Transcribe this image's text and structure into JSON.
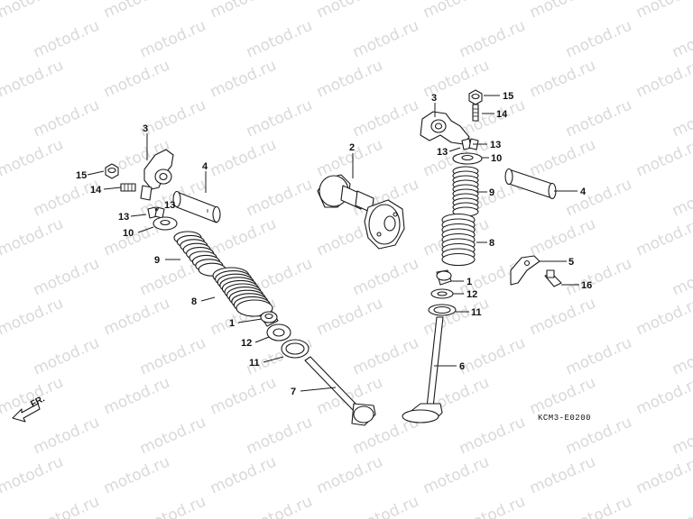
{
  "watermark": "motod.ru",
  "diagram_code": "KCM3-E0200",
  "direction_label": "FR.",
  "callouts": {
    "left": {
      "c3": "3",
      "c4": "4",
      "c15": "15",
      "c14": "14",
      "c13a": "13",
      "c13b": "13",
      "c10": "10",
      "c9": "9",
      "c8": "8",
      "c1": "1",
      "c12": "12",
      "c11": "11",
      "c7": "7"
    },
    "center": {
      "c2": "2"
    },
    "right": {
      "c3": "3",
      "c15": "15",
      "c14": "14",
      "c13a": "13",
      "c13b": "13",
      "c10": "10",
      "c9": "9",
      "c4": "4",
      "c8": "8",
      "c5": "5",
      "c16": "16",
      "c1": "1",
      "c12": "12",
      "c11": "11",
      "c6": "6"
    }
  },
  "colors": {
    "ink": "#1a1a1a",
    "watermark": "#d9d9d9",
    "background": "#ffffff"
  }
}
